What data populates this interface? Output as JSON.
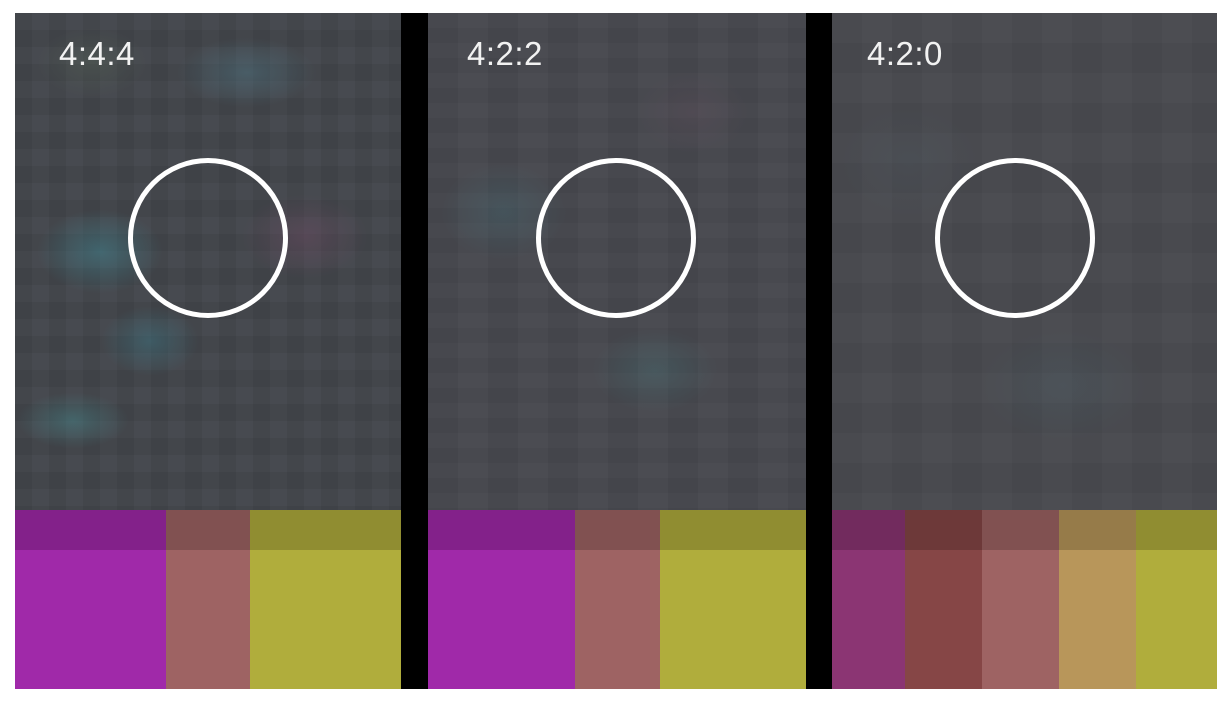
{
  "panels": [
    {
      "label": "4:4:4",
      "bars": [
        {
          "color": "#a029a9",
          "share": 0.392
        },
        {
          "color": "#9e6363",
          "share": 0.218
        },
        {
          "color": "#b0ad3c",
          "share": 0.39
        }
      ]
    },
    {
      "label": "4:2:2",
      "bars": [
        {
          "color": "#a029a9",
          "share": 0.39
        },
        {
          "color": "#9e6363",
          "share": 0.225
        },
        {
          "color": "#b0ad3c",
          "share": 0.385
        }
      ]
    },
    {
      "label": "4:2:0",
      "bars": [
        {
          "color": "#8b3573",
          "share": 0.19
        },
        {
          "color": "#864646",
          "share": 0.2
        },
        {
          "color": "#9e6363",
          "share": 0.2
        },
        {
          "color": "#b8965a",
          "share": 0.2
        },
        {
          "color": "#b0ad3c",
          "share": 0.21
        }
      ]
    }
  ]
}
